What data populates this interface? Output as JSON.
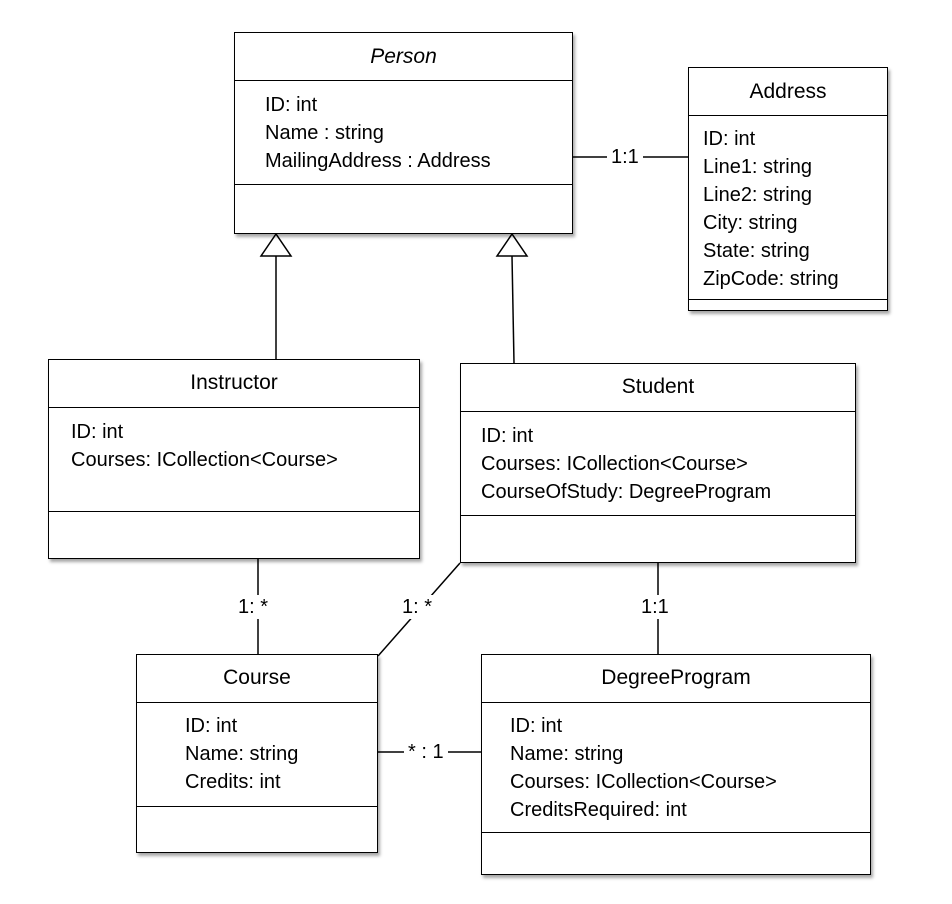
{
  "classes": {
    "person": {
      "name": "Person",
      "attributes": [
        "ID: int",
        "Name : string",
        "MailingAddress : Address"
      ]
    },
    "address": {
      "name": "Address",
      "attributes": [
        "ID: int",
        "Line1: string",
        "Line2: string",
        "City: string",
        "State: string",
        "ZipCode: string"
      ]
    },
    "instructor": {
      "name": "Instructor",
      "attributes": [
        "ID: int",
        "Courses: ICollection<Course>"
      ]
    },
    "student": {
      "name": "Student",
      "attributes": [
        "ID: int",
        "Courses: ICollection<Course>",
        "CourseOfStudy: DegreeProgram"
      ]
    },
    "course": {
      "name": "Course",
      "attributes": [
        "ID: int",
        "Name: string",
        "Credits: int"
      ]
    },
    "degreeprogram": {
      "name": "DegreeProgram",
      "attributes": [
        "ID: int",
        "Name: string",
        "Courses: ICollection<Course>",
        "CreditsRequired: int"
      ]
    }
  },
  "relationships": {
    "person_address": "1:1",
    "instructor_course": "1: *",
    "student_course": "1: *",
    "student_degreeprogram": "1:1",
    "course_degreeprogram": "* : 1"
  }
}
